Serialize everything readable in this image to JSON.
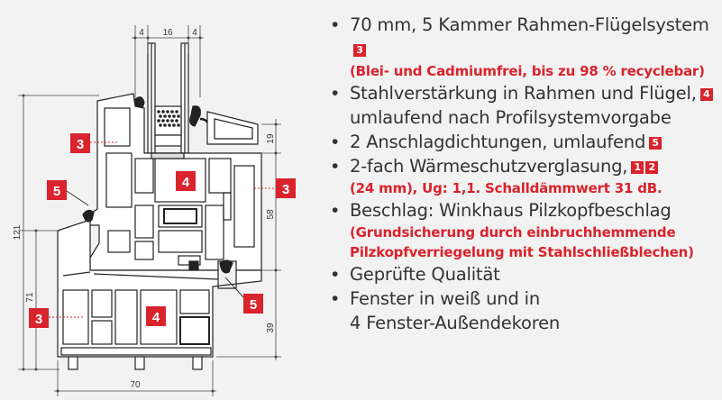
{
  "diagram": {
    "dims": {
      "top_left": "4",
      "top_mid": "16",
      "top_right": "4",
      "right_upper": "19",
      "right_mid": "58",
      "right_lower": "39",
      "left_total": "121",
      "left_lower": "71",
      "bottom": "70"
    },
    "callouts": [
      {
        "number": "3"
      },
      {
        "number": "5"
      },
      {
        "number": "4"
      },
      {
        "number": "3"
      },
      {
        "number": "5"
      },
      {
        "number": "3"
      },
      {
        "number": "4"
      }
    ]
  },
  "features": [
    {
      "text": "70 mm, 5 Kammer Rahmen-Flügelsystem",
      "badges": [
        "3"
      ],
      "sub": "(Blei- und Cadmiumfrei, bis zu 98 % recyclebar)"
    },
    {
      "text": "Stahlverstärkung in Rahmen und Flügel,",
      "badges": [
        "4"
      ],
      "text2": "umlaufend nach Profilsystemvorgabe"
    },
    {
      "text": "2 Anschlagdichtungen, umlaufend",
      "badges": [
        "5"
      ]
    },
    {
      "text": "2-fach Wärmeschutzverglasung,",
      "badges": [
        "1",
        "2"
      ],
      "sub": "(24 mm), Ug: 1,1. Schalldämmwert 31 dB."
    },
    {
      "text": "Beschlag: Winkhaus Pilzkopfbeschlag",
      "sub": "(Grundsicherung durch einbruchhemmende",
      "sub2": "Pilzkopfverriegelung mit Stahlschließblechen)"
    },
    {
      "text": "Geprüfte Qualität"
    },
    {
      "text": "Fenster in weiß und in",
      "text2": "4 Fenster-Außendekoren"
    }
  ],
  "colors": {
    "accent": "#d9232d",
    "text": "#333333",
    "line": "#222222",
    "background": "#f2f2f2"
  }
}
